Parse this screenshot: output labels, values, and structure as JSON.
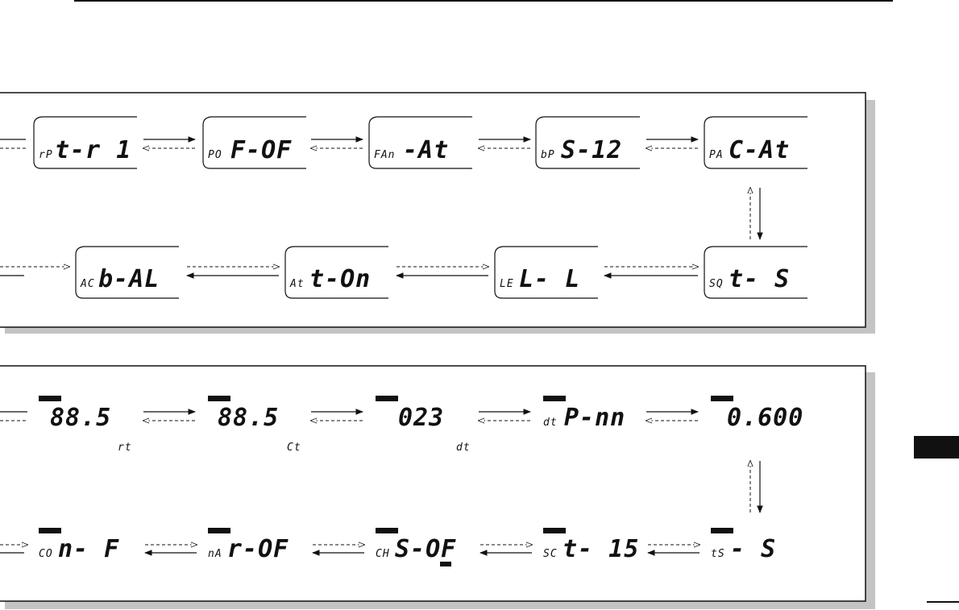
{
  "colors": {
    "ink": "#111111",
    "panel_shadow": "#c4c4c4",
    "background": "#ffffff"
  },
  "panel_top": {
    "row1": [
      {
        "small": "rP",
        "big": "t-r 1"
      },
      {
        "small": "PO",
        "big": "F-OF"
      },
      {
        "small": "FAn",
        "big": "-At"
      },
      {
        "small": "bP",
        "big": "S-12"
      },
      {
        "small": "PA",
        "big": "C-At"
      }
    ],
    "row2": [
      {
        "small": "AC",
        "big": "b-AL"
      },
      {
        "small": "At",
        "big": "t-On"
      },
      {
        "small": "LE",
        "big": "L- L"
      },
      {
        "small": "SQ",
        "big": "t- S"
      }
    ]
  },
  "panel_bottom": {
    "row1": [
      {
        "big": "88.5",
        "small_below": "rt"
      },
      {
        "big": "88.5",
        "small_below": "Ct"
      },
      {
        "big": "023",
        "small_below": "dt"
      },
      {
        "small": "dt",
        "big": "P-nn"
      },
      {
        "big": "0.600"
      }
    ],
    "row2": [
      {
        "small": "CO",
        "big": "n- F"
      },
      {
        "small": "nA",
        "big": "r-OF"
      },
      {
        "small": "CH",
        "big": "S-OF"
      },
      {
        "small": "SC",
        "big": "t- 15"
      },
      {
        "small": "tS",
        "big": " - S"
      }
    ]
  }
}
